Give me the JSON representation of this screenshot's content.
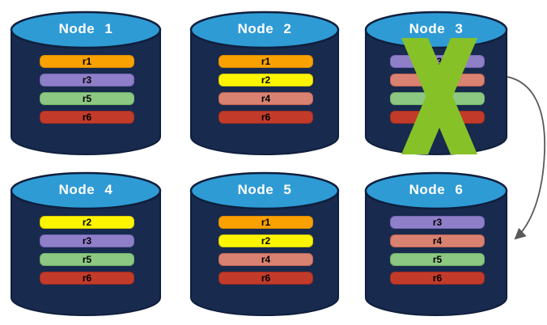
{
  "colors": {
    "cylinder_body": "#182A4E",
    "cylinder_outline": "#0F1F3D",
    "cylinder_top": "#2F9BD5",
    "node_title_color": "#FFFFFF",
    "replica_label_color": "#000000",
    "failure_x": "#86C128",
    "arrow": "#595959"
  },
  "nodes": [
    {
      "title": "Node 1",
      "failed": false,
      "replicas": [
        {
          "label": "r1",
          "color": "#F9A100",
          "border": "#D98C00"
        },
        {
          "label": "r3",
          "color": "#8F7FC8",
          "border": "#7668B5"
        },
        {
          "label": "r5",
          "color": "#8DC883",
          "border": "#6FB168"
        },
        {
          "label": "r6",
          "color": "#C23B2A",
          "border": "#A32E20"
        }
      ]
    },
    {
      "title": "Node 2",
      "failed": false,
      "replicas": [
        {
          "label": "r1",
          "color": "#F9A100",
          "border": "#D98C00"
        },
        {
          "label": "r2",
          "color": "#FDF500",
          "border": "#D3C800"
        },
        {
          "label": "r4",
          "color": "#D98272",
          "border": "#C06250"
        },
        {
          "label": "r6",
          "color": "#C23B2A",
          "border": "#A32E20"
        }
      ]
    },
    {
      "title": "Node 3",
      "failed": true,
      "replicas": [
        {
          "label": "r3",
          "color": "#8F7FC8",
          "border": "#7668B5"
        },
        {
          "label": "",
          "color": "#D98272",
          "border": "#C06250"
        },
        {
          "label": "",
          "color": "#8DC883",
          "border": "#6FB168"
        },
        {
          "label": "",
          "color": "#C23B2A",
          "border": "#A32E20"
        }
      ]
    },
    {
      "title": "Node 4",
      "failed": false,
      "replicas": [
        {
          "label": "r2",
          "color": "#FDF500",
          "border": "#D3C800"
        },
        {
          "label": "r3",
          "color": "#8F7FC8",
          "border": "#7668B5"
        },
        {
          "label": "r5",
          "color": "#8DC883",
          "border": "#6FB168"
        },
        {
          "label": "r6",
          "color": "#C23B2A",
          "border": "#A32E20"
        }
      ]
    },
    {
      "title": "Node 5",
      "failed": false,
      "replicas": [
        {
          "label": "r1",
          "color": "#F9A100",
          "border": "#D98C00"
        },
        {
          "label": "r2",
          "color": "#FDF500",
          "border": "#D3C800"
        },
        {
          "label": "r4",
          "color": "#D98272",
          "border": "#C06250"
        },
        {
          "label": "r6",
          "color": "#C23B2A",
          "border": "#A32E20"
        }
      ]
    },
    {
      "title": "Node 6",
      "failed": false,
      "replicas": [
        {
          "label": "r3",
          "color": "#8F7FC8",
          "border": "#7668B5"
        },
        {
          "label": "r4",
          "color": "#D98272",
          "border": "#C06250"
        },
        {
          "label": "r5",
          "color": "#8DC883",
          "border": "#6FB168"
        },
        {
          "label": "r6",
          "color": "#C23B2A",
          "border": "#A32E20"
        }
      ]
    }
  ],
  "arrow": {
    "from": "Node 3",
    "to": "Node 6"
  }
}
